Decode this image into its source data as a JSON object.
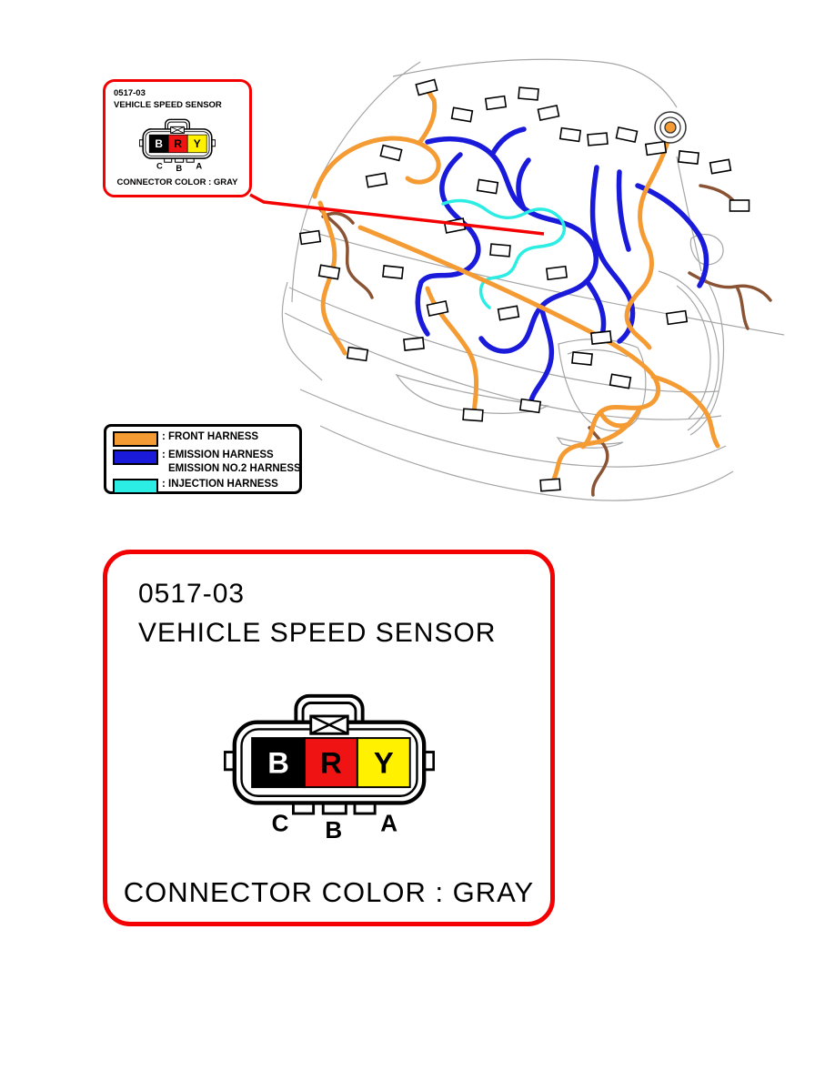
{
  "callout": {
    "code": "0517-03",
    "title": "VEHICLE SPEED SENSOR",
    "caption": "CONNECTOR COLOR : GRAY"
  },
  "connector": {
    "pins": [
      {
        "label": "B",
        "color": "#000000",
        "text_color": "#ffffff"
      },
      {
        "label": "R",
        "color": "#f01313",
        "text_color": "#000000"
      },
      {
        "label": "Y",
        "color": "#fff100",
        "text_color": "#000000"
      }
    ],
    "terminals": [
      "C",
      "B",
      "A"
    ]
  },
  "legend": {
    "items": [
      {
        "label": ": FRONT HARNESS",
        "color": "#f59b33"
      },
      {
        "label": ": EMISSION HARNESS",
        "label2": "EMISSION NO.2 HARNESS",
        "color": "#1a1adb"
      },
      {
        "label": ": INJECTION HARNESS",
        "color": "#2bede3"
      }
    ]
  },
  "colors": {
    "callout_border": "#f40000",
    "leader_line": "#f40000",
    "car_outline": "#a6a6a6",
    "secondary_harness": "#8a5434"
  }
}
